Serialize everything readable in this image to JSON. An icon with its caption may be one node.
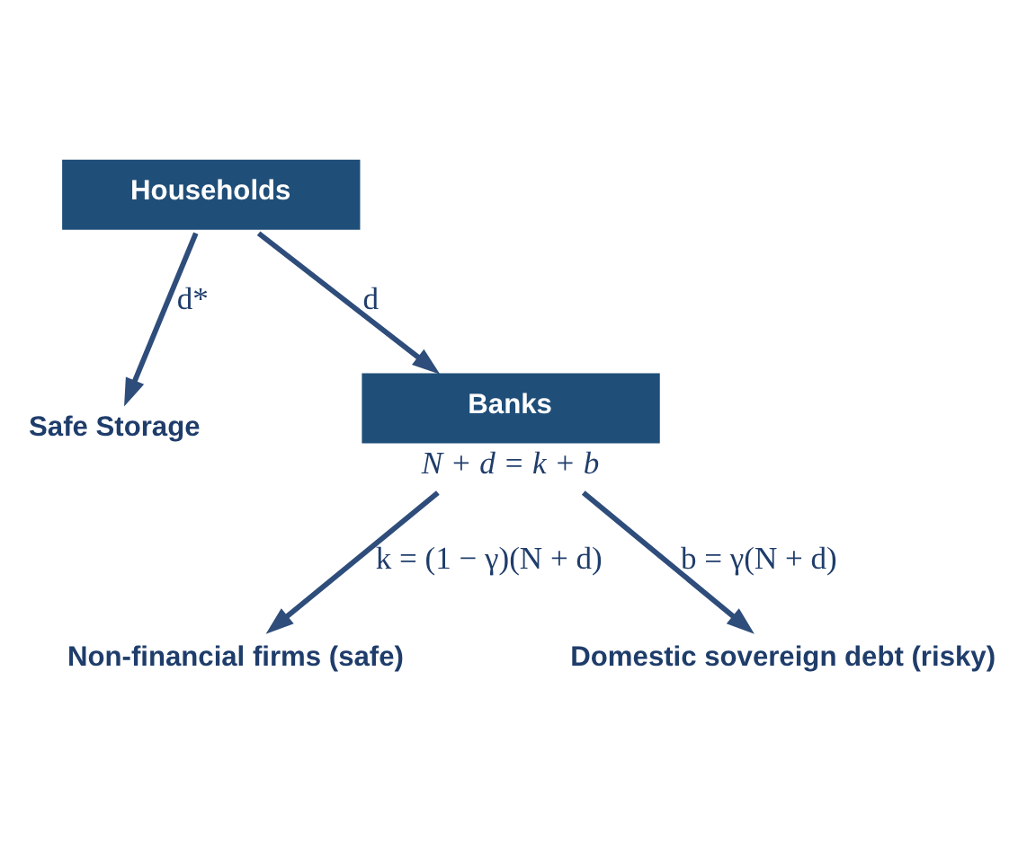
{
  "diagram": {
    "nodes": [
      {
        "text": [
          "Households"
        ]
      },
      {
        "text": [
          "Safe Storage"
        ]
      },
      {
        "text": [
          "Banks"
        ],
        "beside": [
          "N + d = k + b"
        ]
      },
      {
        "text": [
          "Non-financial firms (safe)"
        ]
      },
      {
        "text": [
          "Domestic sovereign debt (risky)"
        ]
      }
    ],
    "edges": [
      {
        "from": 0,
        "to": 1,
        "arrow": "to",
        "label": "d*"
      },
      {
        "from": 0,
        "to": 2,
        "arrow": "to",
        "label": "d"
      },
      {
        "from": 2,
        "to": 3,
        "arrow": "to",
        "label": "k = (1 − γ)(N + d)"
      },
      {
        "from": 2,
        "to": 4,
        "arrow": "to",
        "label": "b = γ(N + d)"
      }
    ]
  }
}
